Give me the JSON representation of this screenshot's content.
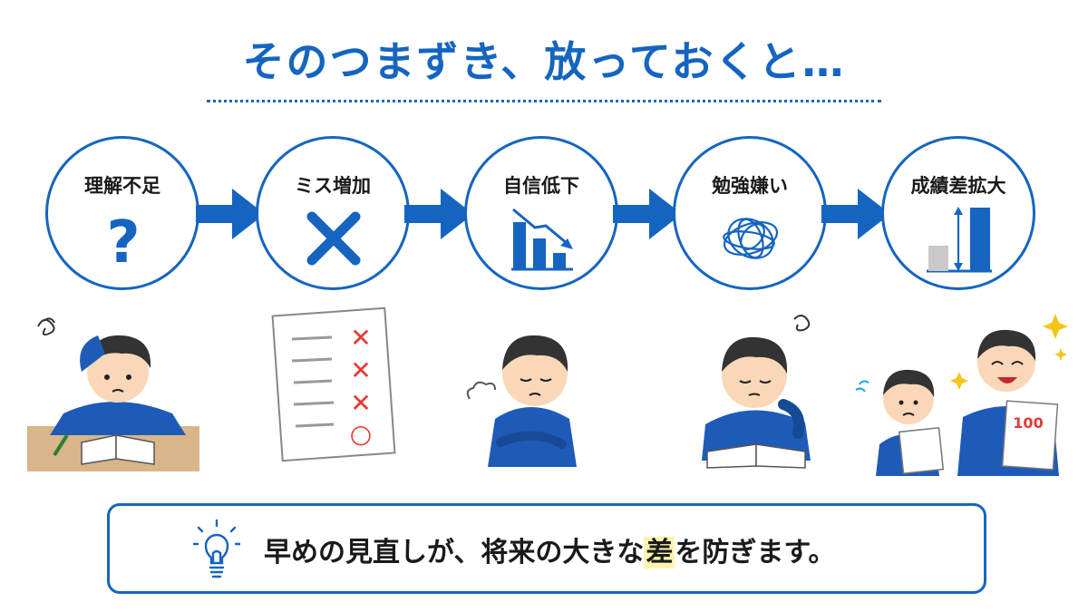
{
  "title": "そのつまずき、放っておくと…",
  "steps": [
    {
      "label": "理解不足",
      "icon": "question-mark-icon"
    },
    {
      "label": "ミス増加",
      "icon": "cross-mark-icon"
    },
    {
      "label": "自信低下",
      "icon": "falling-bar-chart-icon"
    },
    {
      "label": "勉強嫌い",
      "icon": "tangled-scribble-icon"
    },
    {
      "label": "成績差拡大",
      "icon": "bar-gap-comparison-icon"
    }
  ],
  "illustrations": {
    "test_paper_marks": [
      "✕",
      "✕",
      "✕",
      "○"
    ],
    "score_sheet_value": "100"
  },
  "callout": {
    "icon": "lightbulb-icon",
    "text_before": "早めの見直しが、将来の大きな",
    "highlight": "差",
    "text_after": "を防ぎます。"
  },
  "colors": {
    "accent": "#1565c0",
    "mark_red": "#e53935",
    "highlight": "#fff3b0"
  }
}
